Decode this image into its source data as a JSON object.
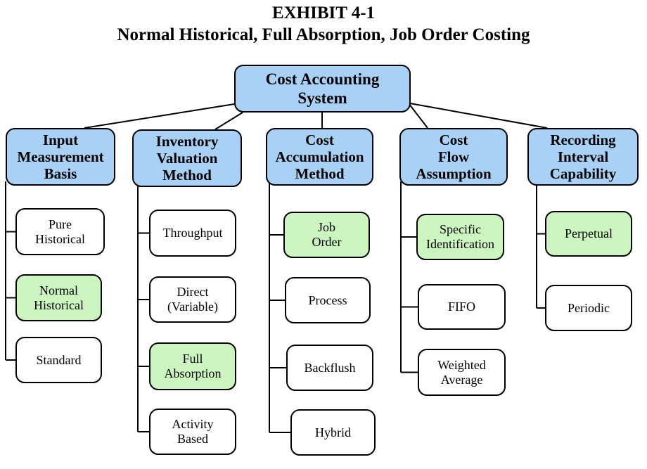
{
  "title": {
    "line1": "EXHIBIT 4-1",
    "line2": "Normal Historical, Full Absorption, Job Order Costing"
  },
  "root": {
    "line1": "Cost Accounting",
    "line2": "System"
  },
  "categories": [
    {
      "key": "input",
      "label_lines": [
        "Input",
        "Measurement",
        "Basis"
      ],
      "items": [
        {
          "lines": [
            "Pure",
            "Historical"
          ],
          "highlighted": false
        },
        {
          "lines": [
            "Normal",
            "Historical"
          ],
          "highlighted": true
        },
        {
          "lines": [
            "Standard"
          ],
          "highlighted": false
        }
      ]
    },
    {
      "key": "inventory",
      "label_lines": [
        "Inventory",
        "Valuation",
        "Method"
      ],
      "items": [
        {
          "lines": [
            "Throughput"
          ],
          "highlighted": false
        },
        {
          "lines": [
            "Direct",
            "(Variable)"
          ],
          "highlighted": false
        },
        {
          "lines": [
            "Full",
            "Absorption"
          ],
          "highlighted": true
        },
        {
          "lines": [
            "Activity",
            "Based"
          ],
          "highlighted": false
        }
      ]
    },
    {
      "key": "accumulation",
      "label_lines": [
        "Cost",
        "Accumulation",
        "Method"
      ],
      "items": [
        {
          "lines": [
            "Job",
            "Order"
          ],
          "highlighted": true
        },
        {
          "lines": [
            "Process"
          ],
          "highlighted": false
        },
        {
          "lines": [
            "Backflush"
          ],
          "highlighted": false
        },
        {
          "lines": [
            "Hybrid"
          ],
          "highlighted": false
        }
      ]
    },
    {
      "key": "flow",
      "label_lines": [
        "Cost",
        "Flow",
        "Assumption"
      ],
      "items": [
        {
          "lines": [
            "Specific",
            "Identification"
          ],
          "highlighted": true
        },
        {
          "lines": [
            "FIFO"
          ],
          "highlighted": false
        },
        {
          "lines": [
            "Weighted",
            "Average"
          ],
          "highlighted": false
        }
      ]
    },
    {
      "key": "recording",
      "label_lines": [
        "Recording",
        "Interval",
        "Capability"
      ],
      "items": [
        {
          "lines": [
            "Perpetual"
          ],
          "highlighted": true
        },
        {
          "lines": [
            "Periodic"
          ],
          "highlighted": false
        }
      ]
    }
  ],
  "colors": {
    "header_fill": "#a8d1f5",
    "highlight_fill": "#ccf5c0",
    "plain_fill": "#ffffff",
    "stroke": "#000000"
  }
}
